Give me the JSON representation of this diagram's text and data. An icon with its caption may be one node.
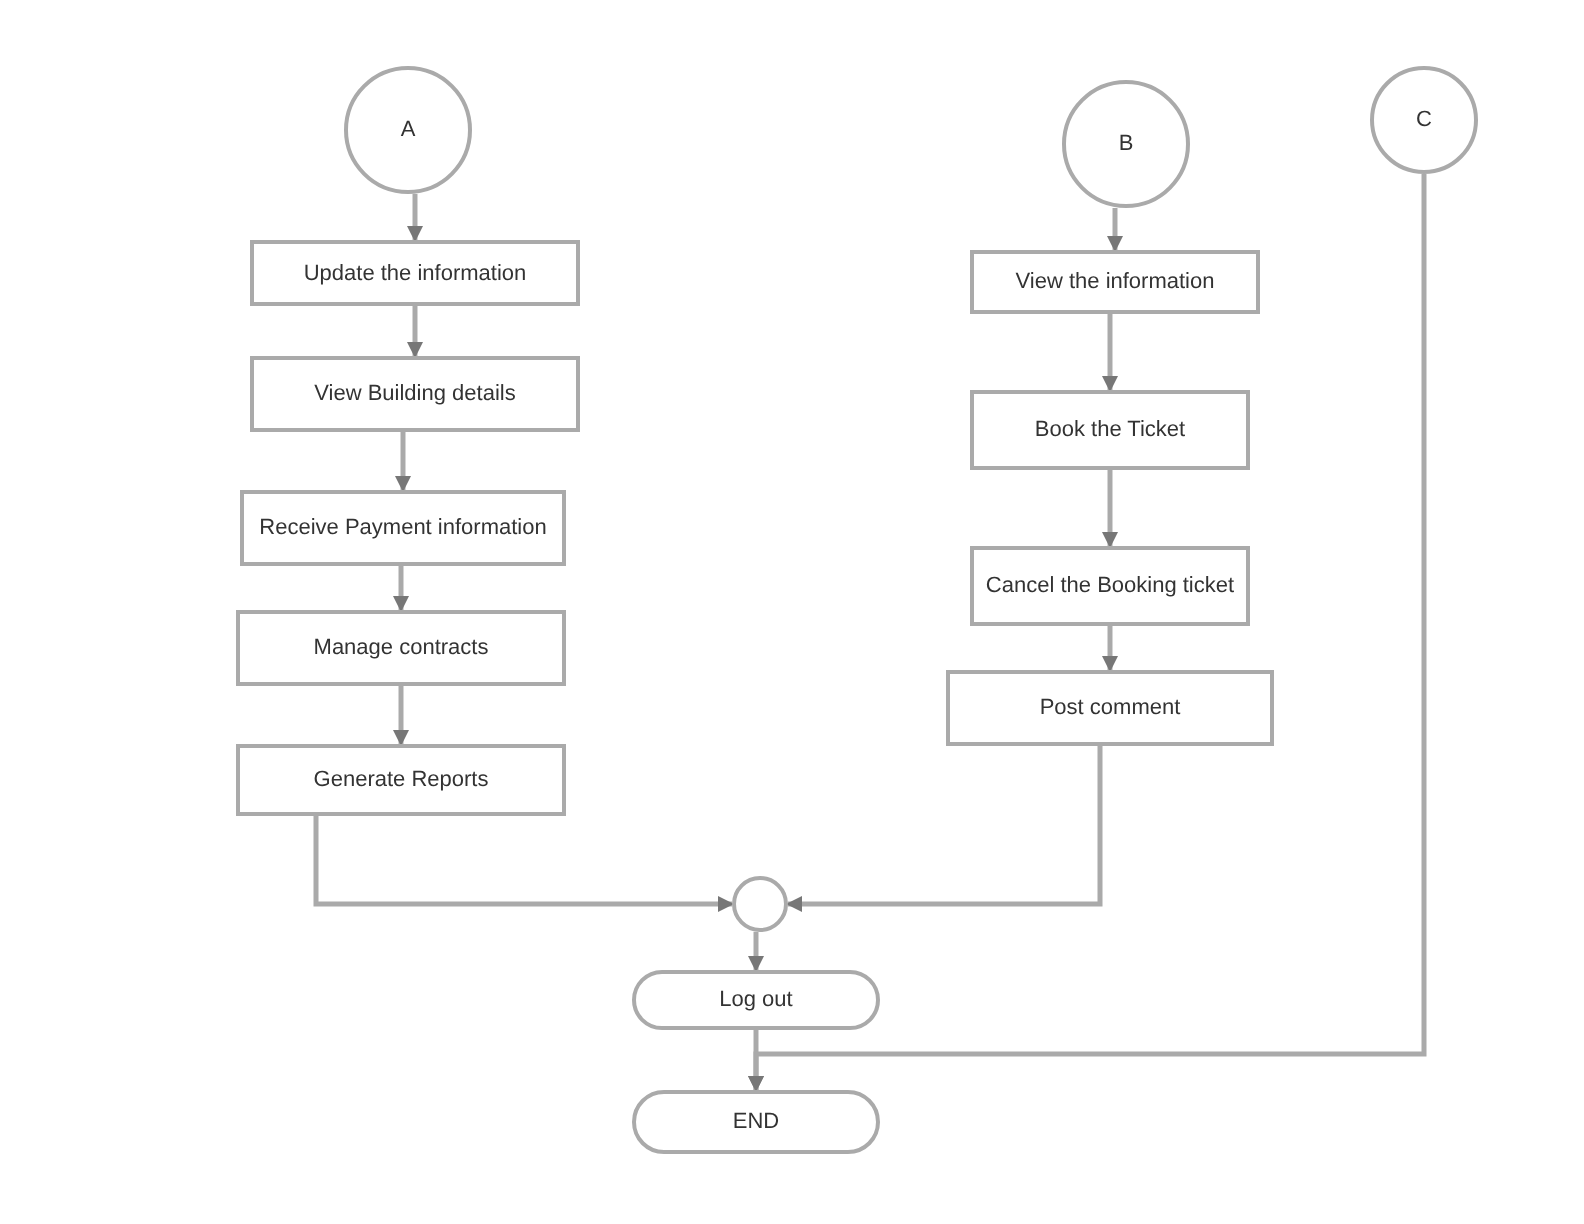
{
  "diagram": {
    "nodes": [
      {
        "text": [
          "A"
        ]
      },
      {
        "text": [
          "Update the information"
        ]
      },
      {
        "text": [
          "View Building details"
        ]
      },
      {
        "text": [
          "Receive Payment information"
        ]
      },
      {
        "text": [
          "Manage contracts"
        ]
      },
      {
        "text": [
          "Generate Reports"
        ]
      },
      {
        "text": [
          "B"
        ]
      },
      {
        "text": [
          "View the information"
        ]
      },
      {
        "text": [
          "Book the Ticket"
        ]
      },
      {
        "text": [
          "Cancel the Booking ticket"
        ]
      },
      {
        "text": [
          "Post comment"
        ]
      },
      {
        "text": [
          "C"
        ]
      },
      {
        "text": [],
        "shape": "circle"
      },
      {
        "text": [
          "Log out"
        ]
      },
      {
        "text": [
          "END"
        ]
      }
    ],
    "edges": [
      {
        "from": 0,
        "to": 1,
        "arrow": "to"
      },
      {
        "from": 1,
        "to": 2,
        "arrow": "to"
      },
      {
        "from": 2,
        "to": 3,
        "arrow": "to"
      },
      {
        "from": 3,
        "to": 4,
        "arrow": "to"
      },
      {
        "from": 4,
        "to": 5,
        "arrow": "to"
      },
      {
        "from": 5,
        "to": 12,
        "arrow": "to"
      },
      {
        "from": 6,
        "to": 7,
        "arrow": "to"
      },
      {
        "from": 7,
        "to": 8,
        "arrow": "to"
      },
      {
        "from": 8,
        "to": 9,
        "arrow": "to"
      },
      {
        "from": 9,
        "to": 10,
        "arrow": "to"
      },
      {
        "from": 10,
        "to": 12,
        "arrow": "to"
      },
      {
        "from": 12,
        "to": 13,
        "arrow": "to"
      },
      {
        "from": 13,
        "to": 14,
        "arrow": "to"
      },
      {
        "from": 11,
        "to": 14,
        "arrow": "to"
      }
    ]
  }
}
